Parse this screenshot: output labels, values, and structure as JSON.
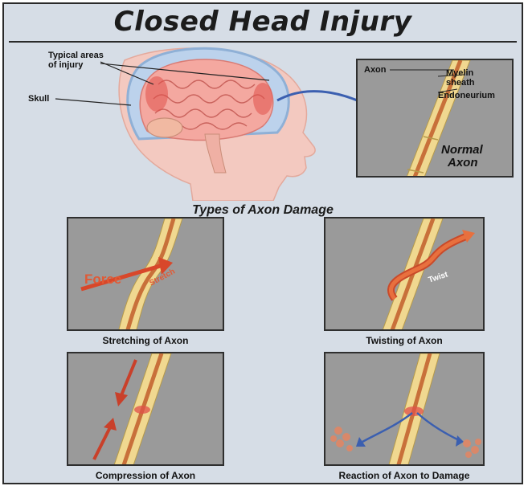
{
  "title": "Closed Head Injury",
  "head_labels": {
    "typical_areas_line1": "Typical areas",
    "typical_areas_line2": "of injury",
    "skull": "Skull"
  },
  "normal_panel": {
    "axon": "Axon",
    "myelin_line1": "Myelin",
    "myelin_line2": "sheath",
    "endoneurium": "Endoneurium",
    "normal_line1": "Normal",
    "normal_line2": "Axon"
  },
  "section_title": "Types of Axon Damage",
  "panels": {
    "stretching": {
      "caption": "Stretching of Axon",
      "force": "Force",
      "stretch": "Stretch"
    },
    "twisting": {
      "caption": "Twisting of Axon",
      "twist": "Twist"
    },
    "compression": {
      "caption": "Compression of Axon"
    },
    "reaction": {
      "caption": "Reaction of Axon to Damage"
    }
  },
  "colors": {
    "background": "#d6dde6",
    "panel": "#9a9a9a",
    "myelin": "#f0d890",
    "axon": "#c8703a",
    "arrow": "#d8472a",
    "connector_arrow": "#3b5fb0"
  }
}
